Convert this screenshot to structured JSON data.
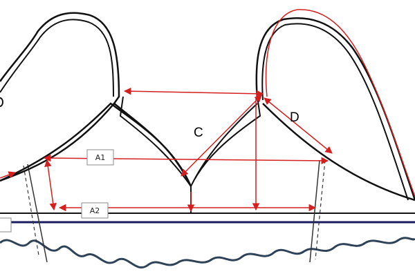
{
  "labels": {
    "a1": "A1",
    "a2": "A2",
    "c": "C",
    "d": "D"
  },
  "colors": {
    "outline": "#111111",
    "measure": "#d41f1f",
    "band_line": "#1a1a5e",
    "wave": "#2e4257",
    "side_seam": "#333333"
  }
}
